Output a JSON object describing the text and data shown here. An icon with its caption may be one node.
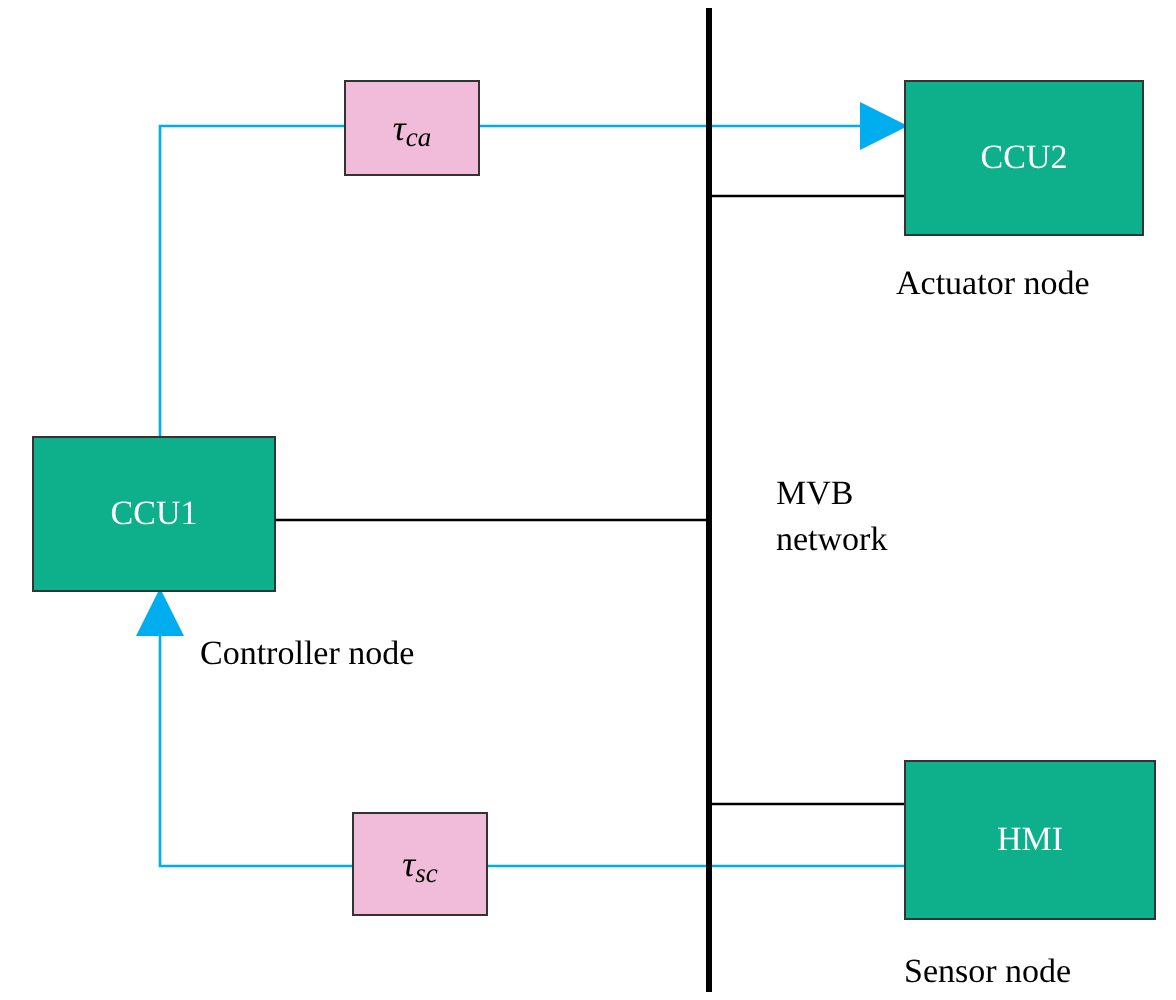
{
  "diagram": {
    "nodes": [
      {
        "text": [
          "CCU1"
        ],
        "beside": [
          "Controller node"
        ]
      },
      {
        "text": [
          "τ$_{ca}$"
        ]
      },
      {
        "text": [
          "CCU2"
        ],
        "beside": [
          "Actuator node"
        ]
      },
      {
        "text": [
          "τ$_{sc}$"
        ]
      },
      {
        "text": [
          "HMI"
        ],
        "beside": [
          "Sensor node"
        ]
      },
      {
        "text": [],
        "shape": "bar",
        "beside": [
          "MVB network"
        ]
      }
    ],
    "edges": [
      {
        "from": 0,
        "to": 1,
        "arrow": "none"
      },
      {
        "from": 1,
        "to": 2,
        "arrow": "to"
      },
      {
        "from": 4,
        "to": 3,
        "arrow": "none"
      },
      {
        "from": 3,
        "to": 0,
        "arrow": "to"
      },
      {
        "from": 0,
        "to": 5,
        "arrow": "none",
        "color": "#000000"
      },
      {
        "from": 5,
        "to": 2,
        "arrow": "none",
        "color": "#000000"
      },
      {
        "from": 5,
        "to": 4,
        "arrow": "none",
        "color": "#000000"
      }
    ]
  }
}
